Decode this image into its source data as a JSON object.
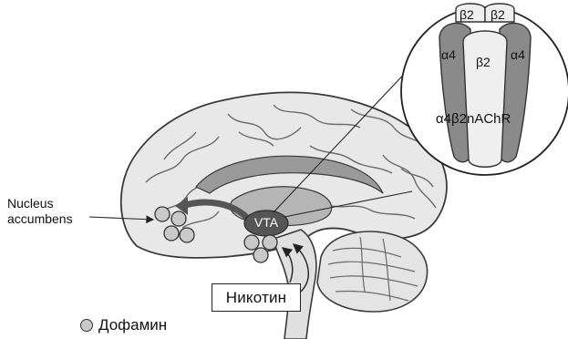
{
  "labels": {
    "nucleus_accumbens_line1": "Nucleus",
    "nucleus_accumbens_line2": "accumbens",
    "vta": "VTA",
    "nicotine": "Никотин",
    "legend_dopamine": "Дофамин"
  },
  "receptor": {
    "top_left": "β2",
    "top_right": "β2",
    "left_subunit": "α4",
    "center_subunit": "β2",
    "right_subunit": "α4",
    "name": "α4β2nAChR"
  },
  "colors": {
    "brain_outline": "#3a3a3a",
    "brain_fill": "#e8e8e8",
    "brain_dark": "#8c8c8c",
    "vta_fill": "#555555",
    "dopamine_fill": "#c9c9c9",
    "subunit_dark": "#8a8a8a",
    "subunit_light": "#efefef"
  }
}
